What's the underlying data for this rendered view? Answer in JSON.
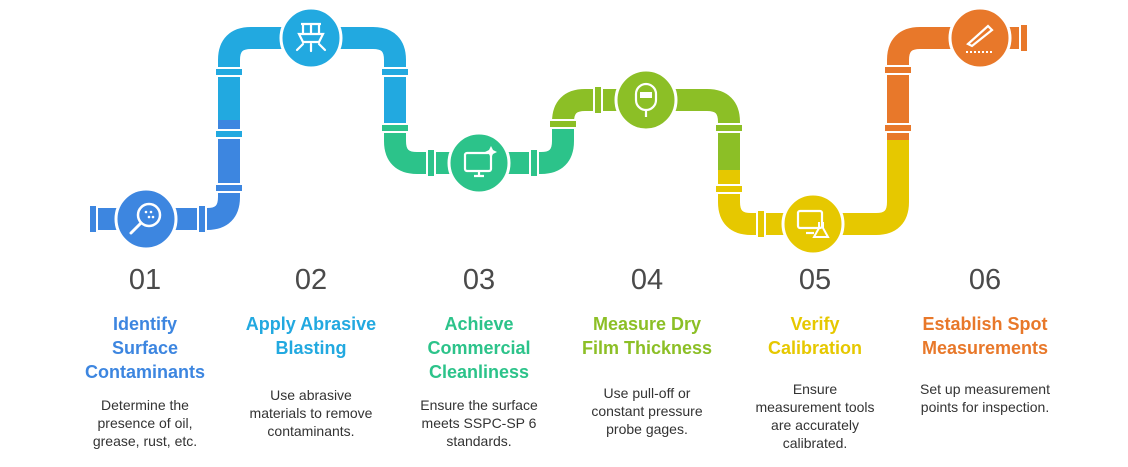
{
  "steps": [
    {
      "num": "01",
      "title_lines": [
        "Identify",
        "Surface",
        "Contaminants"
      ],
      "desc_lines": [
        "Determine the",
        "presence of oil,",
        "grease, rust, etc."
      ],
      "color": "#3d86e0",
      "icon": "magnifier-icon"
    },
    {
      "num": "02",
      "title_lines": [
        "Apply Abrasive",
        "Blasting"
      ],
      "desc_lines": [
        "Use abrasive",
        "materials to remove",
        "contaminants."
      ],
      "color": "#22a9e0",
      "icon": "blaster-icon"
    },
    {
      "num": "03",
      "title_lines": [
        "Achieve",
        "Commercial",
        "Cleanliness"
      ],
      "desc_lines": [
        "Ensure the surface",
        "meets SSPC-SP 6",
        "standards."
      ],
      "color": "#2cc38a",
      "icon": "clean-monitor-icon"
    },
    {
      "num": "04",
      "title_lines": [
        "Measure Dry",
        "Film Thickness"
      ],
      "desc_lines": [
        "Use pull-off or",
        "constant pressure",
        "probe gages."
      ],
      "color": "#8cbf26",
      "icon": "gauge-icon"
    },
    {
      "num": "05",
      "title_lines": [
        "Verify",
        "Calibration"
      ],
      "desc_lines": [
        "Ensure",
        "measurement tools",
        "are accurately",
        "calibrated."
      ],
      "color": "#e6c800",
      "icon": "lab-monitor-icon"
    },
    {
      "num": "06",
      "title_lines": [
        "Establish Spot",
        "Measurements"
      ],
      "desc_lines": [
        "Set up measurement",
        "points for inspection."
      ],
      "color": "#e8782a",
      "icon": "scalpel-icon"
    }
  ]
}
